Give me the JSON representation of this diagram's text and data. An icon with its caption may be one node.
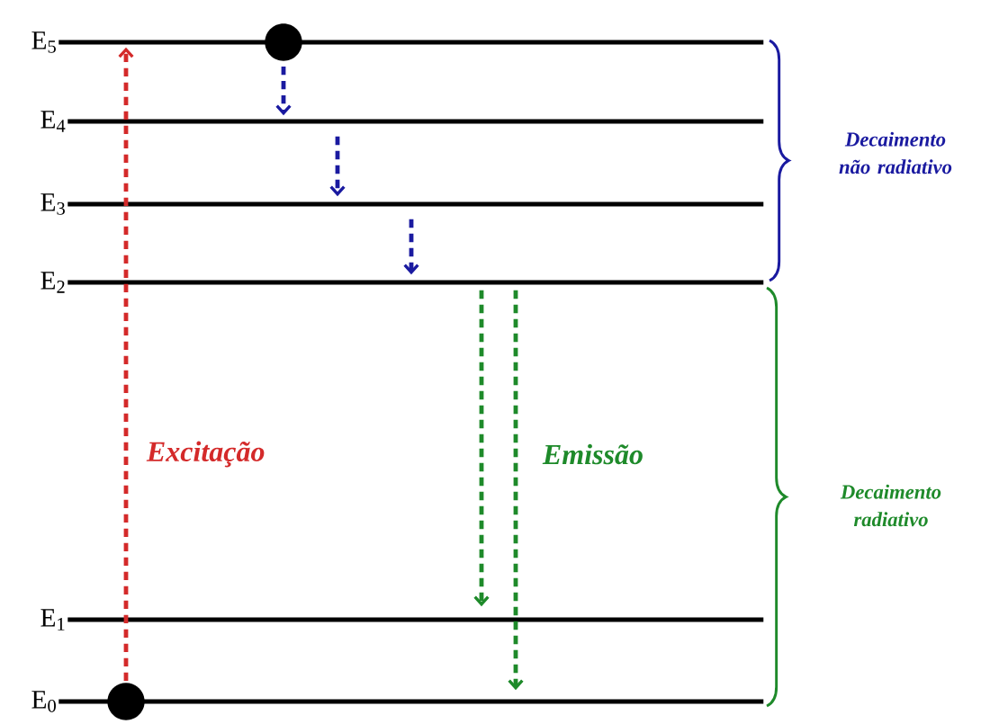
{
  "diagram": {
    "nodes": [
      {
        "text": [
          "E$_{5}$"
        ]
      },
      {
        "text": [
          "E$_{4}$"
        ]
      },
      {
        "text": [
          "E$_{3}$"
        ]
      },
      {
        "text": [
          "E$_{2}$"
        ]
      },
      {
        "text": [
          "E$_{1}$"
        ]
      },
      {
        "text": [
          "E$_{0}$"
        ]
      },
      {
        "text": [],
        "shape": "circle"
      },
      {
        "text": [],
        "shape": "circle"
      }
    ],
    "edges": [
      {
        "from": 7,
        "to": 0,
        "arrow": "to",
        "label": "Excitação",
        "style": "dashed",
        "color": "#d42a2a"
      },
      {
        "from": 6,
        "to": 1,
        "arrow": "to",
        "style": "dashed",
        "color": "#1a1aa0"
      },
      {
        "from": 1,
        "to": 2,
        "arrow": "to",
        "style": "dashed",
        "color": "#1a1aa0"
      },
      {
        "from": 2,
        "to": 3,
        "arrow": "to",
        "style": "dashed",
        "color": "#1a1aa0"
      },
      {
        "from": 3,
        "to": 4,
        "arrow": "to",
        "style": "dashed",
        "color": "#1e8a2a"
      },
      {
        "from": 3,
        "to": 5,
        "arrow": "to",
        "label": "Emissão",
        "style": "dashed",
        "color": "#1e8a2a"
      }
    ],
    "labels": [
      "Decaimento não radiativo",
      "Decaimento radiativo"
    ]
  }
}
